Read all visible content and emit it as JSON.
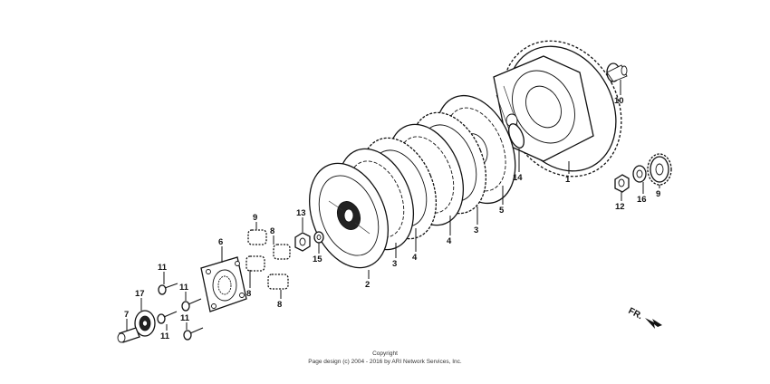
{
  "callouts": [
    {
      "id": "c1",
      "text": "1"
    },
    {
      "id": "c2",
      "text": "2"
    },
    {
      "id": "c3a",
      "text": "3"
    },
    {
      "id": "c3b",
      "text": "3"
    },
    {
      "id": "c4a",
      "text": "4"
    },
    {
      "id": "c4b",
      "text": "4"
    },
    {
      "id": "c5",
      "text": "5"
    },
    {
      "id": "c6",
      "text": "6"
    },
    {
      "id": "c7",
      "text": "7"
    },
    {
      "id": "c8a",
      "text": "8"
    },
    {
      "id": "c8b",
      "text": "8"
    },
    {
      "id": "c8c",
      "text": "8"
    },
    {
      "id": "c9a",
      "text": "9"
    },
    {
      "id": "c9b",
      "text": "9"
    },
    {
      "id": "c10",
      "text": "10"
    },
    {
      "id": "c11a",
      "text": "11"
    },
    {
      "id": "c11b",
      "text": "11"
    },
    {
      "id": "c11c",
      "text": "11"
    },
    {
      "id": "c11d",
      "text": "11"
    },
    {
      "id": "c12",
      "text": "12"
    },
    {
      "id": "c13",
      "text": "13"
    },
    {
      "id": "c14",
      "text": "14"
    },
    {
      "id": "c15",
      "text": "15"
    },
    {
      "id": "c16",
      "text": "16"
    },
    {
      "id": "c17",
      "text": "17"
    }
  ],
  "direction_marker": "FR.",
  "copyright": {
    "line1": "Copyright",
    "line2": "Page design (c) 2004 - 2016 by ARI Network Services, Inc."
  }
}
